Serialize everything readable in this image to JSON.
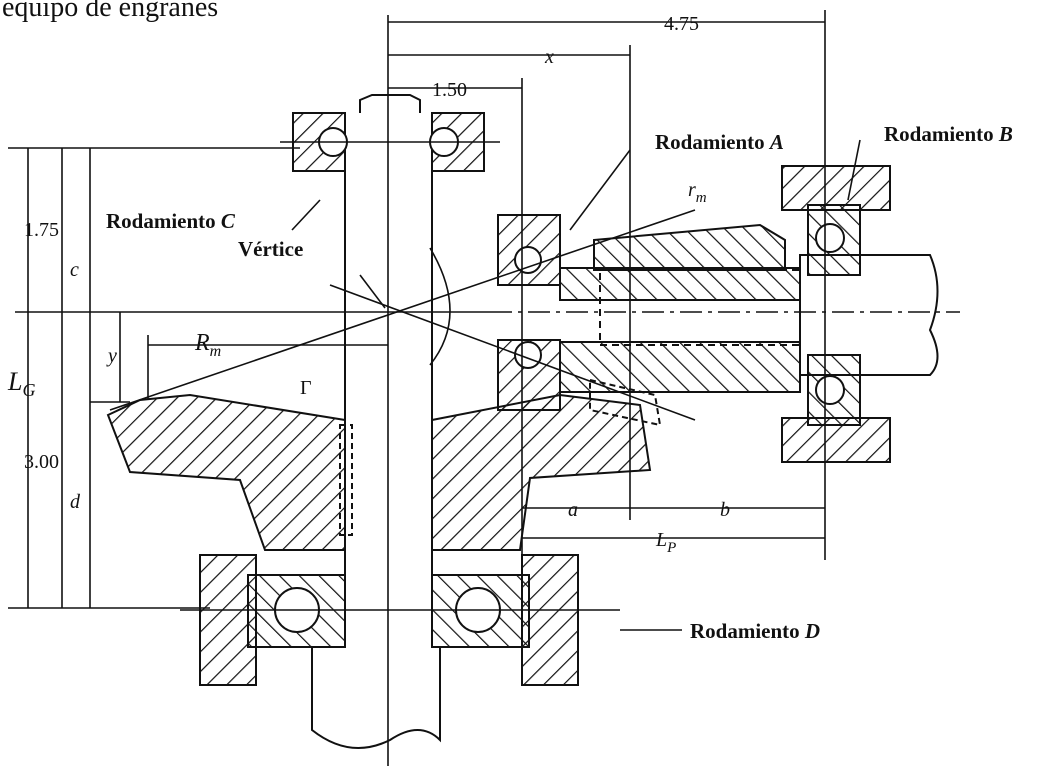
{
  "caption": "equipo de engranes",
  "labels": {
    "bearing_a": "Rodamiento",
    "bearing_a_letter": "A",
    "bearing_b": "Rodamiento",
    "bearing_b_letter": "B",
    "bearing_c": "Rodamiento",
    "bearing_c_letter": "C",
    "bearing_d": "Rodamiento",
    "bearing_d_letter": "D",
    "apex": "Vértice"
  },
  "dimensions": {
    "overall_width": "4.75",
    "x": "x",
    "offset": "1.50",
    "top_height": "1.75",
    "bottom_height": "3.00",
    "c": "c",
    "d": "d",
    "y": "y",
    "a": "a",
    "b": "b",
    "LG": "L",
    "LG_sub": "G",
    "LP": "L",
    "LP_sub": "P",
    "Rm": "R",
    "Rm_sub": "m",
    "rm": "r",
    "rm_sub": "m",
    "gamma": "Γ"
  }
}
